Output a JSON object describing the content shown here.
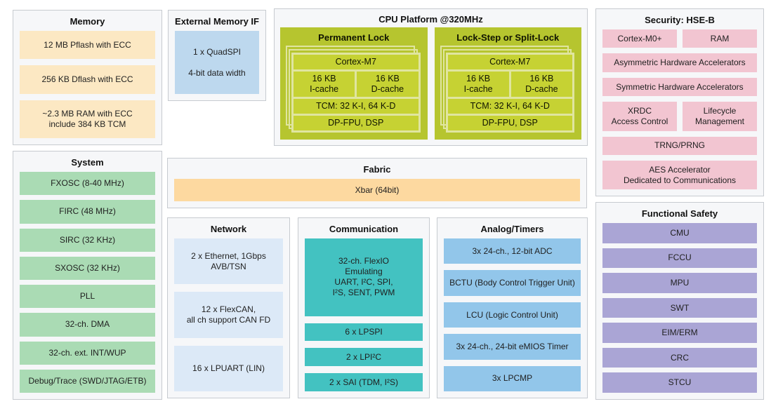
{
  "palette": {
    "memory": "#fce8c3",
    "fabric": "#fdd9a0",
    "system": "#aadbb4",
    "external_memory": "#bdd8ee",
    "network": "#dce9f7",
    "communication": "#43c2c1",
    "analog_timers": "#92c6ea",
    "security": "#f2c5d1",
    "functional_safety": "#aaa5d5",
    "cpu_platform": "#b6c52f",
    "cpu_item": "#c6d233",
    "panel_background": "#f6f7f9",
    "panel_border": "#c7cbd0"
  },
  "diagram": {
    "memory": {
      "title": "Memory",
      "items": [
        "12 MB Pflash with ECC",
        "256 KB Dflash with ECC",
        "~2.3 MB RAM with ECC\ninclude 384 KB TCM"
      ]
    },
    "system": {
      "title": "System",
      "items": [
        "FXOSC (8-40 MHz)",
        "FIRC (48 MHz)",
        "SIRC (32 KHz)",
        "SXOSC (32 KHz)",
        "PLL",
        "32-ch. DMA",
        "32-ch. ext. INT/WUP",
        "Debug/Trace (SWD/JTAG/ETB)"
      ]
    },
    "external_memory": {
      "title": "External Memory IF",
      "items": [
        "1 x QuadSPI\n\n4-bit data width"
      ]
    },
    "cpu": {
      "title": "CPU Platform @320MHz",
      "clusters": [
        {
          "title": "Permanent Lock",
          "core": "Cortex-M7",
          "icache": "16 KB\nI-cache",
          "dcache": "16 KB\nD-cache",
          "tcm": "TCM: 32 K-I, 64 K-D",
          "fpu": "DP-FPU, DSP"
        },
        {
          "title": "Lock-Step or Split-Lock",
          "core": "Cortex-M7",
          "icache": "16 KB\nI-cache",
          "dcache": "16 KB\nD-cache",
          "tcm": "TCM: 32 K-I, 64 K-D",
          "fpu": "DP-FPU, DSP"
        }
      ]
    },
    "security": {
      "title": "Security: HSE-B",
      "items": [
        "Cortex-M0+",
        "RAM",
        "Asymmetric Hardware Accelerators",
        "Symmetric Hardware Accelerators",
        "XRDC\nAccess Control",
        "Lifecycle\nManagement",
        "TRNG/PRNG",
        "AES Accelerator\nDedicated to Communications"
      ]
    },
    "fabric": {
      "title": "Fabric",
      "bus": "Xbar (64bit)"
    },
    "network": {
      "title": "Network",
      "items": [
        "2 x Ethernet, 1Gbps\nAVB/TSN",
        "12 x FlexCAN,\nall ch support CAN FD",
        "16 x LPUART (LIN)"
      ]
    },
    "communication": {
      "title": "Communication",
      "items": [
        "32-ch. FlexIO\nEmulating\nUART, I²C, SPI,\nI²S, SENT, PWM",
        "6 x LPSPI",
        "2 x LPI²C",
        "2 x SAI (TDM, I²S)"
      ]
    },
    "analog_timers": {
      "title": "Analog/Timers",
      "items": [
        "3x 24-ch., 12-bit ADC",
        "BCTU (Body Control Trigger Unit)",
        "LCU (Logic Control Unit)",
        "3x 24-ch., 24-bit eMIOS Timer",
        "3x LPCMP"
      ]
    },
    "functional_safety": {
      "title": "Functional Safety",
      "items": [
        "CMU",
        "FCCU",
        "MPU",
        "SWT",
        "EIM/ERM",
        "CRC",
        "STCU"
      ]
    }
  }
}
